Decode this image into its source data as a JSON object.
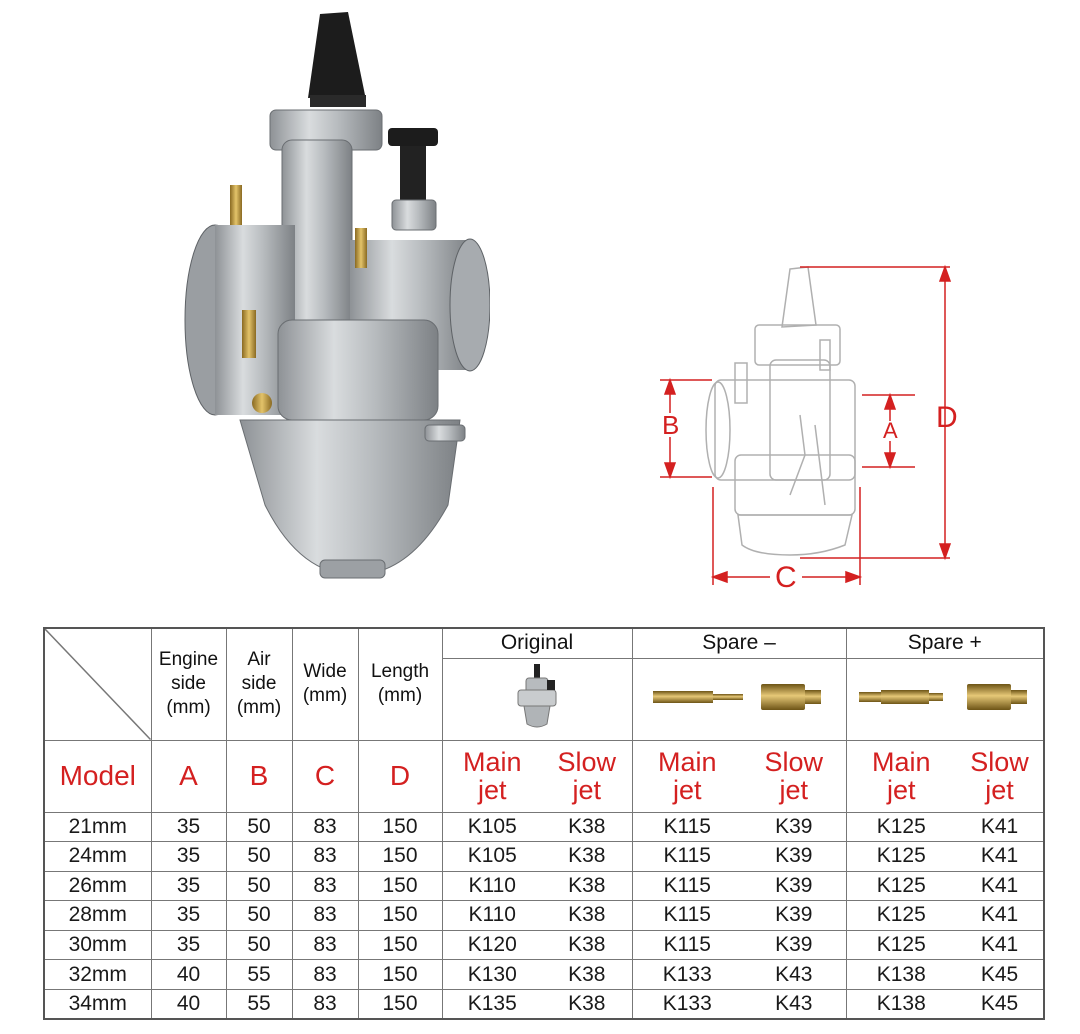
{
  "diagram": {
    "labels": {
      "a": "A",
      "b": "B",
      "c": "C",
      "d": "D"
    }
  },
  "table": {
    "headers": {
      "engine_side": [
        "Engine",
        "side",
        "(mm)"
      ],
      "air_side": [
        "Air",
        "side",
        "(mm)"
      ],
      "wide": [
        "Wide",
        "(mm)"
      ],
      "length": [
        "Length",
        "(mm)"
      ],
      "original": "Original",
      "spare_minus": "Spare –",
      "spare_plus": "Spare +",
      "model": "Model",
      "col_a": "A",
      "col_b": "B",
      "col_c": "C",
      "col_d": "D",
      "main_jet": [
        "Main",
        "jet"
      ],
      "slow_jet": [
        "Slow",
        "jet"
      ]
    },
    "rows": [
      [
        "21mm",
        "35",
        "50",
        "83",
        "150",
        "K105",
        "K38",
        "K115",
        "K39",
        "K125",
        "K41"
      ],
      [
        "24mm",
        "35",
        "50",
        "83",
        "150",
        "K105",
        "K38",
        "K115",
        "K39",
        "K125",
        "K41"
      ],
      [
        "26mm",
        "35",
        "50",
        "83",
        "150",
        "K110",
        "K38",
        "K115",
        "K39",
        "K125",
        "K41"
      ],
      [
        "28mm",
        "35",
        "50",
        "83",
        "150",
        "K110",
        "K38",
        "K115",
        "K39",
        "K125",
        "K41"
      ],
      [
        "30mm",
        "35",
        "50",
        "83",
        "150",
        "K120",
        "K38",
        "K115",
        "K39",
        "K125",
        "K41"
      ],
      [
        "32mm",
        "40",
        "55",
        "83",
        "150",
        "K130",
        "K38",
        "K133",
        "K43",
        "K138",
        "K45"
      ],
      [
        "34mm",
        "40",
        "55",
        "83",
        "150",
        "K135",
        "K38",
        "K133",
        "K43",
        "K138",
        "K45"
      ]
    ]
  }
}
